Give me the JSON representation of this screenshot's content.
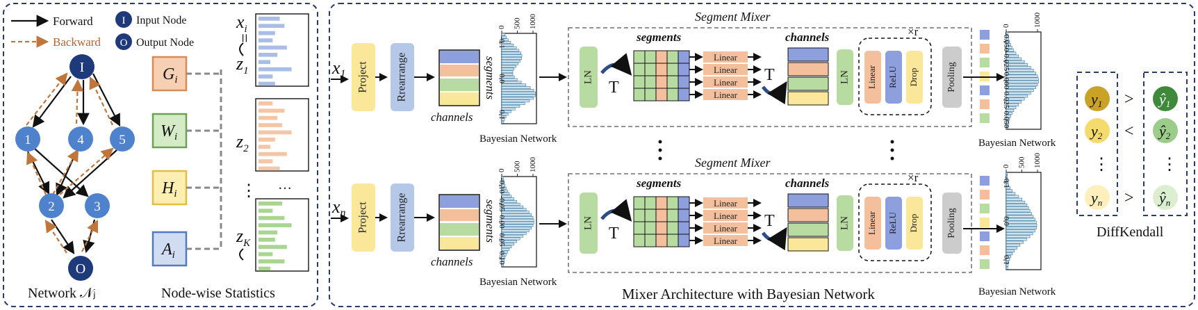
{
  "legend": {
    "forward": "Forward",
    "backward": "Backward",
    "input_node": "Input Node",
    "output_node": "Output Node",
    "input_symbol": "I",
    "output_symbol": "O"
  },
  "network": {
    "nodes": [
      "I",
      "1",
      "4",
      "5",
      "2",
      "3",
      "O"
    ],
    "caption": "Network 𝒩ⱼ"
  },
  "statistics": {
    "items": [
      "G",
      "W",
      "H",
      "A"
    ],
    "subscript": "i",
    "x_label": "x",
    "x_sub": "i",
    "equals": "=",
    "z_labels": [
      "z",
      "z",
      "z"
    ],
    "z_subs": [
      "1",
      "2",
      "K"
    ],
    "vdots": "⋮",
    "hdots": "…",
    "caption": "Node-wise Statistics"
  },
  "mixer": {
    "input_top": "x",
    "input_top_sub": "1",
    "input_bottom": "x",
    "input_bottom_sub": "n",
    "project": "Project",
    "rearrange": "Rrearrange",
    "segments_rot": "segments",
    "channels": "channels",
    "segment_mixer": "Segment Mixer",
    "ln": "LN",
    "t": "T",
    "segments": "segments",
    "linear": "Linear",
    "relu": "ReLU",
    "drop": "Drop",
    "pooling": "Pooling",
    "times_r": "×r",
    "bayesian_network": "Bayesian Network",
    "caption": "Mixer Architecture with Bayesian Network"
  },
  "hist_axes": {
    "left_top": {
      "x_ticks": [
        "0",
        "500",
        "1000"
      ],
      "y_ticks": [
        "-0.1",
        "0.0",
        "0.1"
      ]
    },
    "left_bottom": {
      "x_ticks": [
        "0",
        "500",
        "1000"
      ],
      "y_ticks": [
        "-0.10",
        "-0.05",
        "0.00",
        "0.05",
        "0.10"
      ]
    },
    "right_top": {
      "x_ticks": [
        "0",
        "1000"
      ],
      "y_ticks": [
        "-0.050",
        "-0.025",
        "0.000",
        "0.025",
        "0.050"
      ]
    },
    "right_bottom": {
      "x_ticks": [
        "0",
        "500",
        "1000"
      ],
      "y_ticks": [
        "-0.1",
        "0.0",
        "0.1"
      ]
    }
  },
  "diffkendall": {
    "y_left": [
      "y",
      "y",
      "y"
    ],
    "y_subs": [
      "1",
      "2",
      "n"
    ],
    "y_right": [
      "ŷ",
      "ŷ",
      "ŷ"
    ],
    "relations": [
      ">",
      "<",
      ">"
    ],
    "vdots": "⋮",
    "caption": "DiffKendall"
  },
  "colors": {
    "node_blue": "#1f3a7a",
    "node_light": "#4f82cc",
    "forward": "#111111",
    "backward": "#c0753a",
    "panel_border": "#2a3a6a",
    "yellow": "#fbe79a",
    "blue_block": "#b5c8e8",
    "green_block": "#b7dba0",
    "orange_block": "#f4bf9c",
    "purple": "#8e9fde",
    "grey": "#cccccc"
  }
}
